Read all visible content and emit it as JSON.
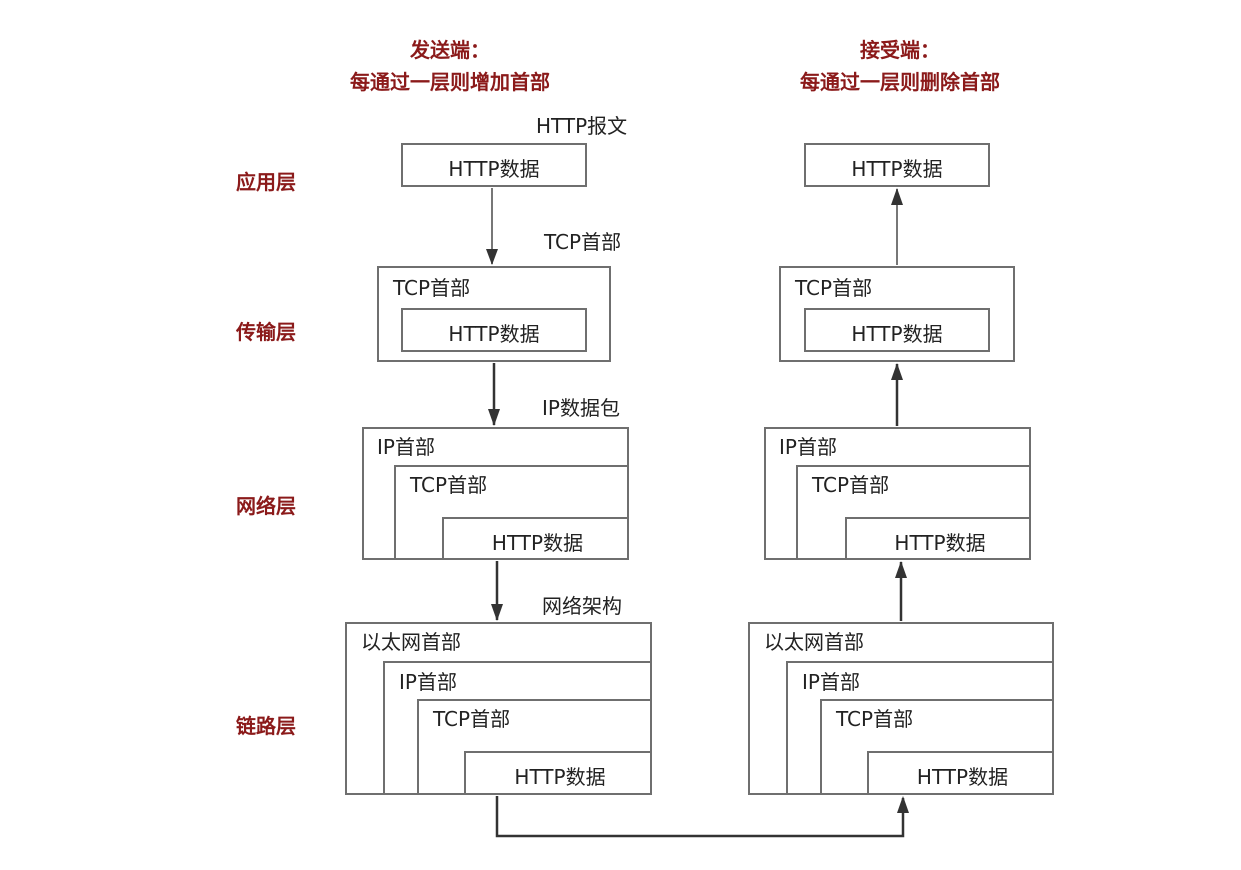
{
  "headings": {
    "sender": {
      "title": "发送端：",
      "subtitle": "每通过一层则增加首部"
    },
    "receiver": {
      "title": "接受端：",
      "subtitle": "每通过一层则删除首部"
    }
  },
  "layers": {
    "application": "应用层",
    "transport": "传输层",
    "network": "网络层",
    "link": "链路层"
  },
  "annotations": {
    "http_message": "HTTP报文",
    "tcp_header": "TCP首部",
    "ip_packet": "IP数据包",
    "network_frame": "网络架构"
  },
  "labels": {
    "http_data": "HTTP数据",
    "tcp_header": "TCP首部",
    "ip_header": "IP首部",
    "ethernet_header": "以太网首部"
  },
  "colors": {
    "heading": "#8b1a1a",
    "border": "#6f6f6f",
    "arrow": "#333333"
  }
}
